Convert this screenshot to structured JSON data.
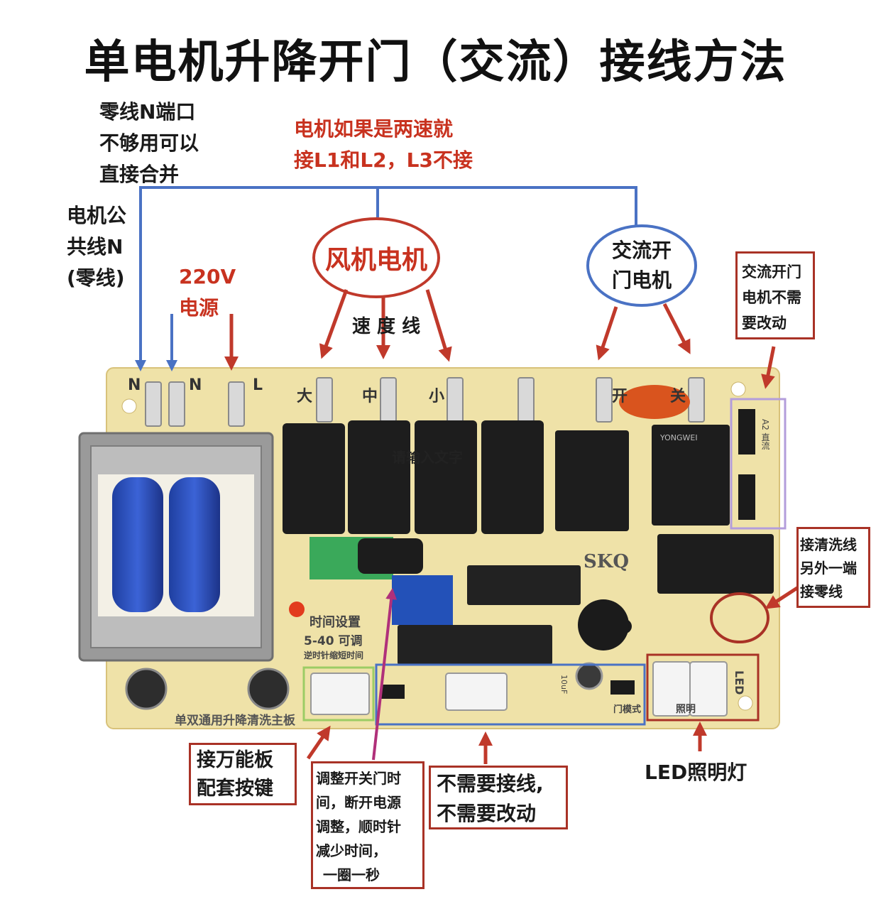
{
  "title": "单电机升降开门（交流）接线方法",
  "notes": {
    "neutral_port": [
      "零线N端口",
      "不够用可以",
      "直接合并"
    ],
    "two_speed": [
      "电机如果是两速就",
      "接L1和L2，L3不接"
    ],
    "motor_common": [
      "电机公",
      "共线N",
      "(零线)"
    ],
    "power": [
      "220V",
      "电源"
    ],
    "speed_wire": "速 度 线",
    "ac_door_no_change": [
      "交流开门",
      "电机不需",
      "要改动"
    ],
    "clean_wire": [
      "接清洗线",
      "另外一端",
      "接零线"
    ],
    "universal_board": [
      "接万能板",
      "配套按键"
    ],
    "adjust_time": [
      "调整开关门时",
      "间，断开电源",
      "调整，顺时针",
      "减少时间，",
      "一圈一秒"
    ],
    "no_wiring": [
      "不需要接线,",
      "不需要改动"
    ],
    "led_light": "LED照明灯"
  },
  "ellipses": {
    "fan_motor": "风机电机",
    "ac_door_motor": [
      "交流开",
      "门电机"
    ]
  },
  "board": {
    "pin_labels": [
      "N",
      "N",
      "L",
      "大",
      "中",
      "小",
      "开",
      "关"
    ],
    "watermark_text": "请输入文字",
    "brand": "SKQ",
    "timer_label": "时间设置",
    "timer_range": "5-40 可调",
    "timer_hint": "逆时针缩短时间",
    "bottom_text": "单双通用升降清洗主板",
    "led_text": "LED",
    "mode_text": "门模式",
    "light_text": "照明",
    "relay_text": "YONGWEI",
    "cap_text": "10uF",
    "jumper_a2": "A2 直流"
  },
  "colors": {
    "blue_line": "#4a72c4",
    "red_arrow": "#c0392b",
    "red_box": "#a93226",
    "purple_box": "#b39ddb",
    "green_box": "#9ccc65",
    "magenta_arrow": "#b0307a",
    "board_yellow": "#efe2a8",
    "relay_black": "#1d1d1d"
  }
}
